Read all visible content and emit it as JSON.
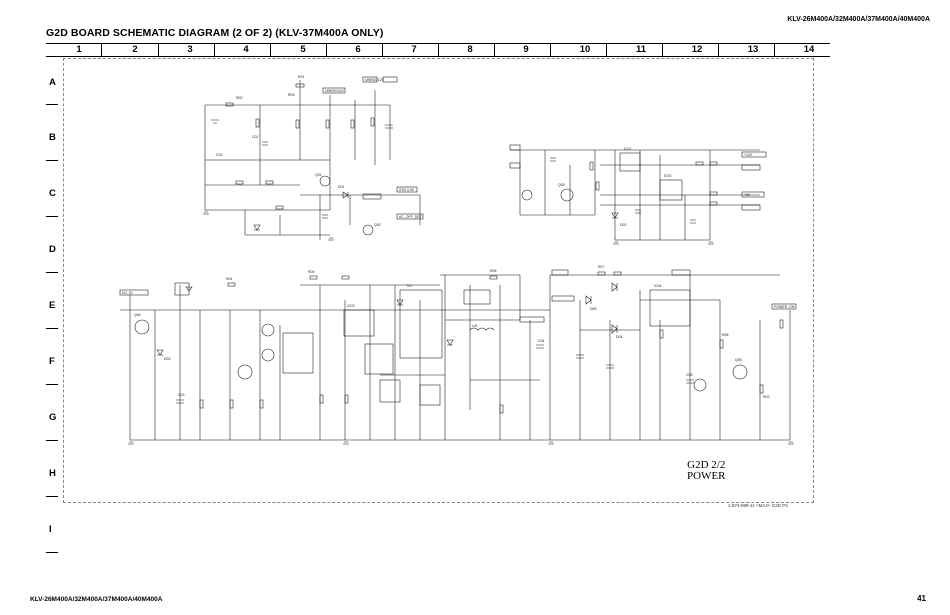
{
  "header": {
    "model_top": "KLV-26M400A/32M400A/37M400A/40M400A",
    "title": "G2D BOARD SCHEMATIC DIAGRAM (2 OF 2) (KLV-37M400A ONLY)"
  },
  "grid": {
    "columns": [
      "1",
      "2",
      "3",
      "4",
      "5",
      "6",
      "7",
      "8",
      "9",
      "10",
      "11",
      "12",
      "13",
      "14"
    ],
    "rows": [
      "A",
      "B",
      "C",
      "D",
      "E",
      "F",
      "G",
      "H",
      "I"
    ]
  },
  "board_label": {
    "line1": "G2D 2/2",
    "line2": "POWER"
  },
  "part_number": "1-874-999-11 <MA2> G2D P2",
  "footer": {
    "model": "KLV-26M400A/32M400A/37M400A/40M400A",
    "page": "41"
  },
  "schematic": {
    "component_labels": [
      "R01",
      "R02",
      "R03",
      "C01",
      "C02",
      "Q01",
      "Q02",
      "Q03",
      "D01",
      "D02",
      "IC01",
      "IC02",
      "IC03",
      "T01",
      "L01",
      "R04",
      "R05",
      "C03",
      "D03",
      "Q04",
      "R06",
      "C04",
      "R07",
      "D04",
      "IC04",
      "Q05",
      "R08",
      "C05",
      "D05",
      "R09"
    ],
    "net_labels": [
      "UNREG24V",
      "UNREG12V",
      "STB 3.3V",
      "AC_OFF_DET",
      "POWER_ON",
      "+12V",
      "+5V",
      "DC_IN"
    ]
  }
}
